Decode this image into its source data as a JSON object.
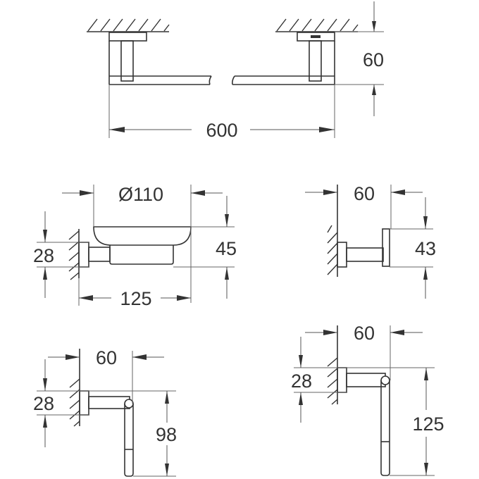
{
  "drawing": {
    "units": "mm",
    "views": [
      {
        "id": "towel-rail",
        "name": "Towel rail (top view)",
        "dimensions": {
          "width": "600",
          "projection": "60"
        }
      },
      {
        "id": "soap-dish",
        "name": "Soap dish holder (side view)",
        "dimensions": {
          "diameter": "Ø110",
          "height": "45",
          "rosette": "28",
          "projection": "125"
        }
      },
      {
        "id": "robe-hook",
        "name": "Robe hook (side view)",
        "dimensions": {
          "projection": "60",
          "height": "43"
        }
      },
      {
        "id": "paper-holder",
        "name": "Toilet paper holder (side view)",
        "dimensions": {
          "projection": "60",
          "rosette": "28",
          "drop": "98"
        }
      },
      {
        "id": "towel-ring",
        "name": "Towel holder (side view)",
        "dimensions": {
          "projection": "60",
          "rosette": "28",
          "drop": "125"
        }
      }
    ]
  },
  "colors": {
    "line": "#333333",
    "dimension": "#555555",
    "background": "#ffffff"
  }
}
